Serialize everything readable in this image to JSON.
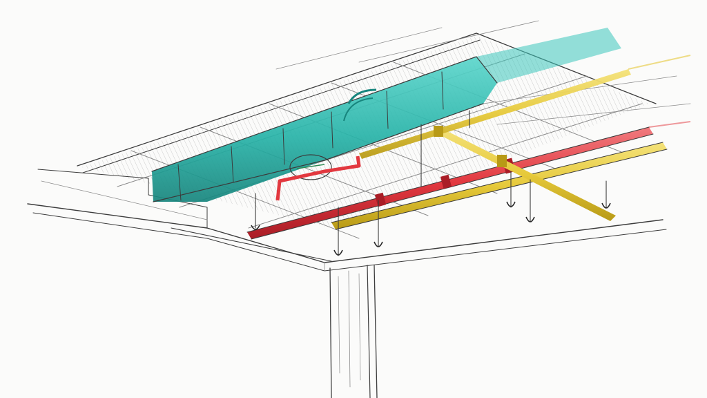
{
  "scene": {
    "kind": "pencil-and-marker sketch of ceiling MEP services",
    "palette": {
      "paper": "#fbfbfa",
      "pencil": "#3b3b3b",
      "duct": "#27b3a8",
      "duct_shadow": "#17857d",
      "red_pipe": "#e2383f",
      "red_pipe_dark": "#a91d26",
      "yellow_pipe": "#e6c93a",
      "yellow_pipe_dark": "#b89a16"
    },
    "elements": [
      "ceiling-grid",
      "hvac-duct",
      "red-pipe",
      "yellow-pipe",
      "pipe-hangers",
      "support-column",
      "ceiling-beam"
    ]
  }
}
